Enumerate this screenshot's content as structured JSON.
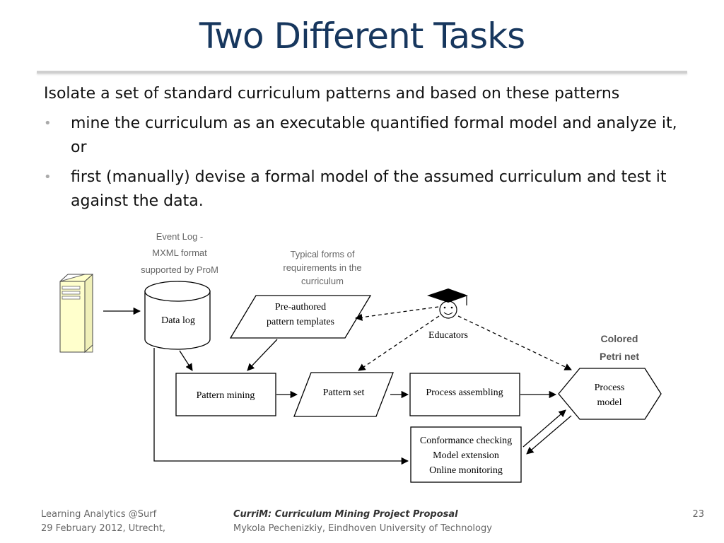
{
  "slide": {
    "title": "Two Different Tasks",
    "intro": "Isolate a set of standard  curriculum patterns and based on these patterns",
    "bullets": [
      {
        "marker": "•",
        "text": "mine the curriculum as an executable quantified formal model and analyze it, or"
      },
      {
        "marker": "•",
        "text": "first (manually) devise a formal model of the assumed curriculum and test it against the data."
      }
    ]
  },
  "diagram": {
    "event_log_note": [
      "Event Log -",
      "MXML format",
      "supported by ProM"
    ],
    "typical_forms_note": [
      "Typical forms of",
      "requirements in the",
      "curriculum"
    ],
    "data_log": "Data log",
    "pre_authored": [
      "Pre-authored",
      "pattern templates"
    ],
    "educators": "Educators",
    "colored_petri": [
      "Colored",
      "Petri net"
    ],
    "pattern_mining": "Pattern mining",
    "pattern_set": "Pattern set",
    "process_assembling": "Process assembling",
    "process_model": [
      "Process",
      "model"
    ],
    "conformance": [
      "Conformance checking",
      "Model extension",
      "Online monitoring"
    ],
    "colors": {
      "title": "#17375e",
      "server": "#ffffcc",
      "note": "#666666",
      "petri": "#555555"
    }
  },
  "footer": {
    "left": [
      "Learning Analytics @Surf",
      "29 February 2012, Utrecht,"
    ],
    "mid_title": "CurriM: Curriculum Mining Project Proposal",
    "mid_author": "Mykola Pechenizkiy, Eindhoven University of Technology",
    "page": "23"
  }
}
